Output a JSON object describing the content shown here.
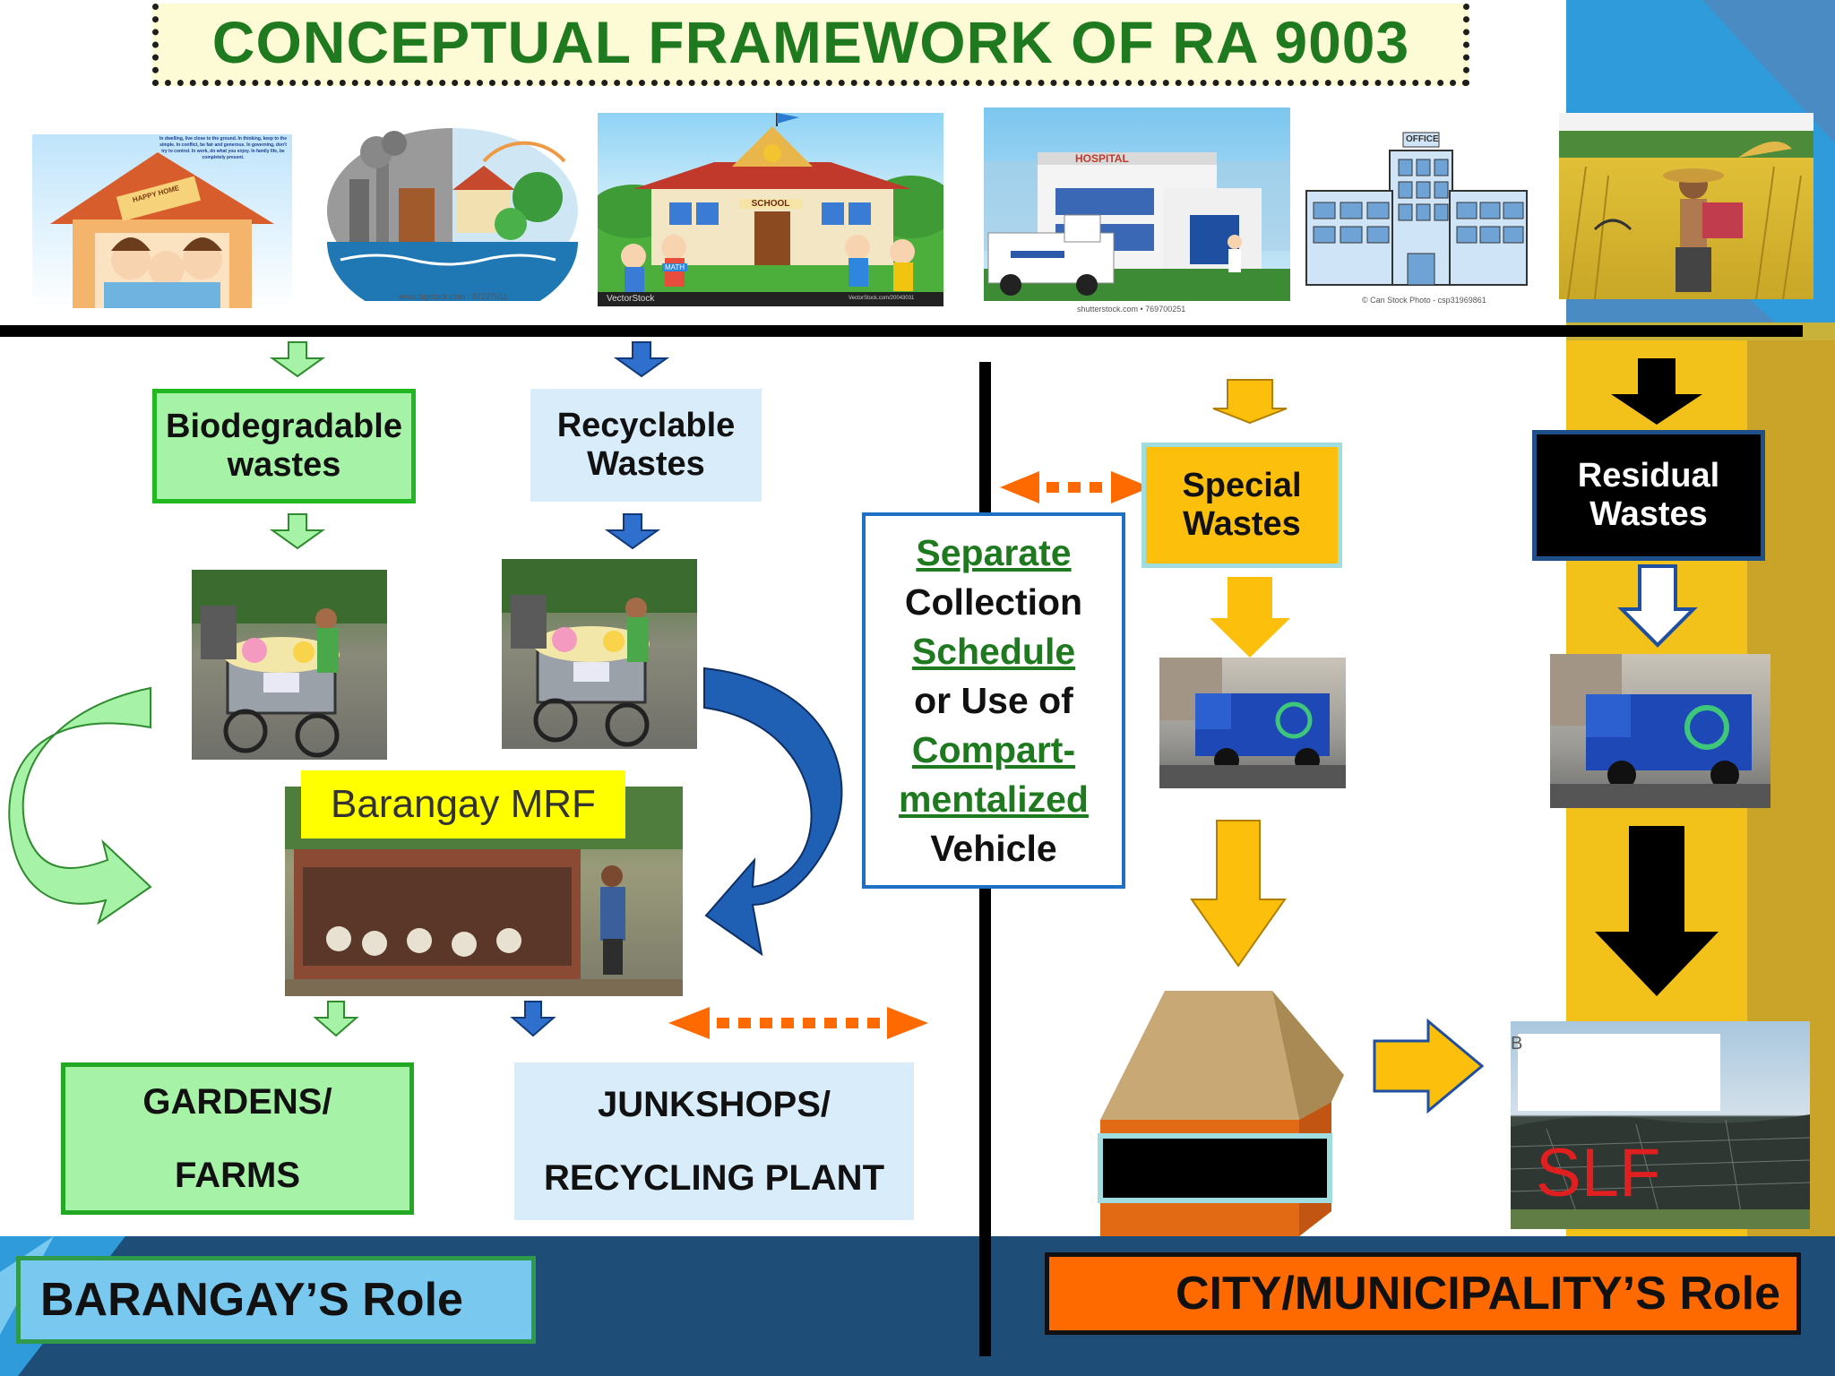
{
  "title": "CONCEPTUAL FRAMEWORK OF RA 9003",
  "sources": {
    "house_caption": "In dwelling, live close to the ground. In thinking, keep to the simple. In conflict, be fair and generous. In governing, don't try to control. In work, do what you enjoy. In family life, be completely present.",
    "house_sign": "HAPPY HOME",
    "credit_bigstock": "www.bigstock.com · 97227611",
    "credit_vectorstock": "VectorStock",
    "credit_vectorstock_url": "VectorStock.com/20043031",
    "school_sign": "SCHOOL",
    "math_label": "MATH",
    "hospital_sign": "HOSPITAL",
    "credit_shutterstock": "shutterstock.com • 769700251",
    "office_sign": "OFFICE",
    "credit_canstock": "© Can Stock Photo - csp31969861"
  },
  "barangay": {
    "biodegradable_line1": "Biodegradable",
    "biodegradable_line2": "wastes",
    "recyclable_line1": "Recyclable",
    "recyclable_line2": "Wastes",
    "mrf_label": "Barangay MRF",
    "gardens_line1": "GARDENS/",
    "gardens_line2": "FARMS",
    "junkshops_line1": "JUNKSHOPS/",
    "junkshops_line2": "RECYCLING PLANT",
    "role_label": "BARANGAY’S Role"
  },
  "collection": {
    "line1": "Separate",
    "line2": "Collection",
    "line3": "Schedule",
    "line4": "or Use of",
    "line5": "Compart-",
    "line6": "mentalized",
    "line7": "Vehicle"
  },
  "city": {
    "special_line1": "Special",
    "special_line2": "Wastes",
    "residual_line1": "Residual",
    "residual_line2": "Wastes",
    "slf_label": "SLF",
    "slf_prefix": "B",
    "role_label": "CITY/MUNICIPALITY’S Role"
  },
  "colors": {
    "title_green": "#1f7a1f",
    "bio_green": "#a6f2a6",
    "recyclable_blue": "#d8ecfa",
    "special_yellow": "#fcbf0c",
    "orange_role": "#ff6a00",
    "blue_role": "#79c8f0",
    "navy_band": "#1e4d78"
  }
}
